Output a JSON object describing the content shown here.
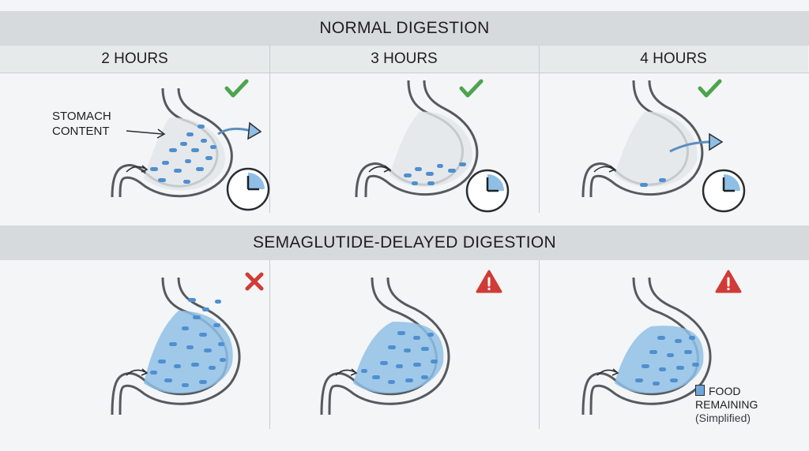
{
  "header_normal": "NORMAL DIGESTION",
  "header_delayed": "SEMAGLUTIDE-DELAYED DIGESTION",
  "columns": [
    "2 HOURS",
    "3 HOURS",
    "4 HOURS"
  ],
  "annotation": {
    "line1": "STOMACH",
    "line2": "CONTENT"
  },
  "legend": {
    "line1": "FOOD",
    "line2": "REMAINING",
    "line3": "(Simplified)"
  },
  "colors": {
    "food_blue": "#4f8fcf",
    "fluid_blue": "#8fbfe6",
    "check_green": "#4ea44e",
    "cross_red": "#d13b36",
    "warning_red": "#d13b36"
  },
  "normal_row": [
    {
      "time": "2 HOURS",
      "status_icon": "check-icon",
      "clock_fraction": 0.25,
      "food_level": "medium"
    },
    {
      "time": "3 HOURS",
      "status_icon": "check-icon",
      "clock_fraction": 0.25,
      "food_level": "low"
    },
    {
      "time": "4 HOURS",
      "status_icon": "check-icon",
      "clock_fraction": 0.25,
      "food_level": "minimal"
    }
  ],
  "delayed_row": [
    {
      "time": "2 HOURS",
      "status_icon": "cross-icon",
      "food_level": "full"
    },
    {
      "time": "3 HOURS",
      "status_icon": "warning-icon",
      "food_level": "high"
    },
    {
      "time": "4 HOURS",
      "status_icon": "warning-icon",
      "food_level": "high"
    }
  ]
}
